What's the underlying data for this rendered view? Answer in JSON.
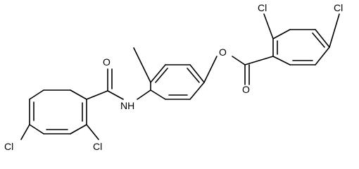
{
  "diagram": {
    "type": "chemical-structure",
    "atoms": {
      "cl_left_ring_bottom": "Cl",
      "cl_left_ring_side": "Cl",
      "o_amide": "O",
      "n_amide": "NH",
      "o_ester_link": "O",
      "o_ester_carbonyl": "O",
      "cl_right_ring_ortho": "Cl",
      "cl_right_ring_para": "Cl"
    },
    "colors": {
      "bond": "#000000",
      "label": "#000000",
      "background": "#ffffff"
    }
  }
}
